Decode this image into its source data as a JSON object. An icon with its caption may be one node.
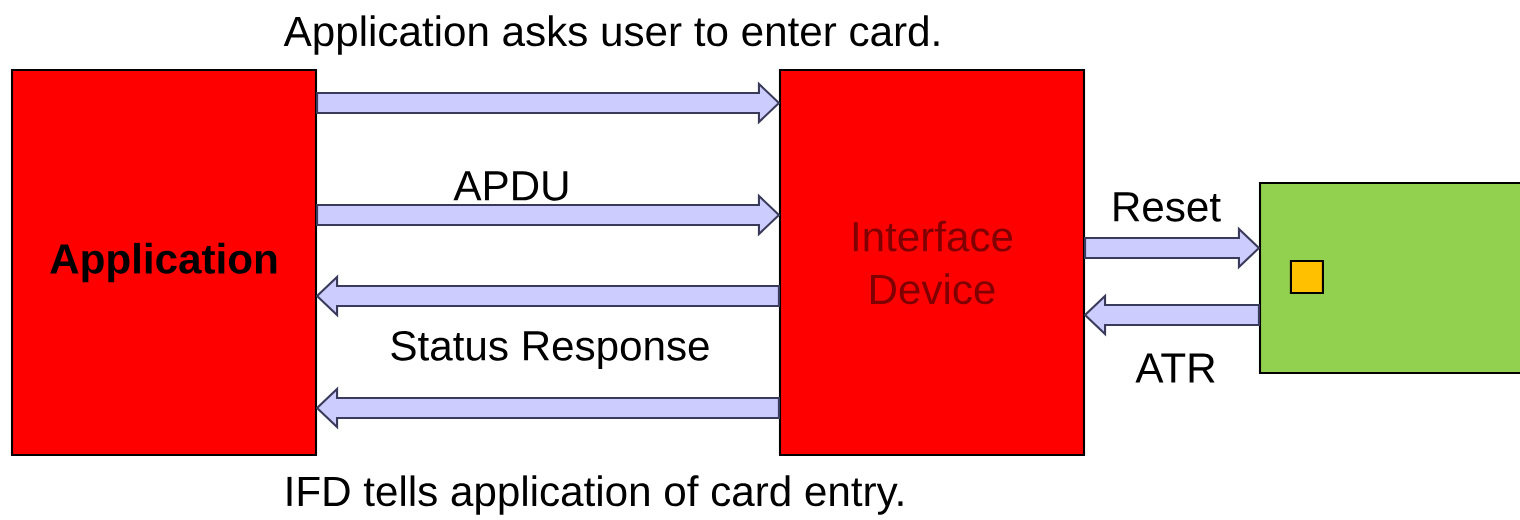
{
  "diagram": {
    "nodes": [
      {
        "text": [
          "Application"
        ]
      },
      {
        "text": [
          "Interface Device"
        ]
      },
      {
        "text": [],
        "shape": "box"
      },
      {
        "text": [],
        "shape": "box",
        "in": 2
      }
    ],
    "edges": [
      {
        "from": 0,
        "to": 1,
        "arrow": "to"
      },
      {
        "from": 0,
        "to": 1,
        "arrow": "to",
        "label": "APDU"
      },
      {
        "from": 1,
        "to": 0,
        "arrow": "to",
        "label": "Status Response"
      },
      {
        "from": 1,
        "to": 0,
        "arrow": "to"
      },
      {
        "from": 1,
        "to": 2,
        "arrow": "to",
        "label": "Reset"
      },
      {
        "from": 2,
        "to": 1,
        "arrow": "to",
        "label": "ATR"
      }
    ],
    "labels": [
      "Application asks user to enter card.",
      "IFD tells application of card entry."
    ]
  }
}
